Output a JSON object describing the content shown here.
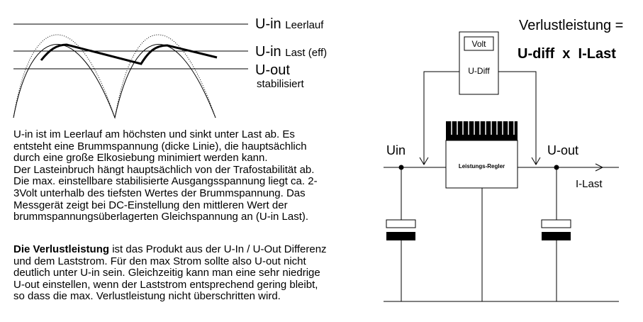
{
  "waveform": {
    "label_u_in_leerlauf": {
      "main": "U-in ",
      "sub": "Leerlauf"
    },
    "label_u_in_last": {
      "main": "U-in ",
      "sub": "Last (eff)"
    },
    "label_u_out": {
      "main": "U-out",
      "sub": "stabilisiert"
    }
  },
  "circuit": {
    "formula_title": "Verlustleistung =",
    "formula_expression": "U-diff  x  I-Last",
    "meter_display": "Volt",
    "meter_label": "U-Diff",
    "regulator_label": "Leistungs-Regler",
    "label_uin": "Uin",
    "label_uout": "U-out",
    "label_ilast": "I-Last"
  },
  "text": {
    "paragraph1": [
      "U-in ist im Leerlauf am höchsten und sinkt unter Last ab. Es",
      "entsteht eine Brummspannung (dicke Linie), die hauptsächlich",
      "durch eine große Elkosiebung minimiert werden kann.",
      "Der Lasteinbruch hängt hauptsächlich von der Trafostabilität ab.",
      "Die max. einstellbare stabilisierte Ausgangsspannung liegt ca. 2-",
      "3Volt unterhalb des tiefsten Wertes der Brummspannung. Das",
      "Messgerät zeigt bei DC-Einstellung den mittleren Wert der",
      "brummspannungsüberlagerten Gleichspannung an (U-in Last)."
    ],
    "paragraph2_bold": "Die Verlustleistung",
    "paragraph2_first_rest": " ist das Produkt aus der U-In / U-Out Differenz",
    "paragraph2": [
      "und dem Laststrom. Für den max Strom sollte also U-out nicht",
      "deutlich unter U-in sein. Gleichzeitig kann man eine sehr niedrige",
      "U-out einstellen, wenn der Laststrom entsprechend gering bleibt,",
      "so dass die max. Verlustleistung nicht überschritten wird."
    ]
  }
}
